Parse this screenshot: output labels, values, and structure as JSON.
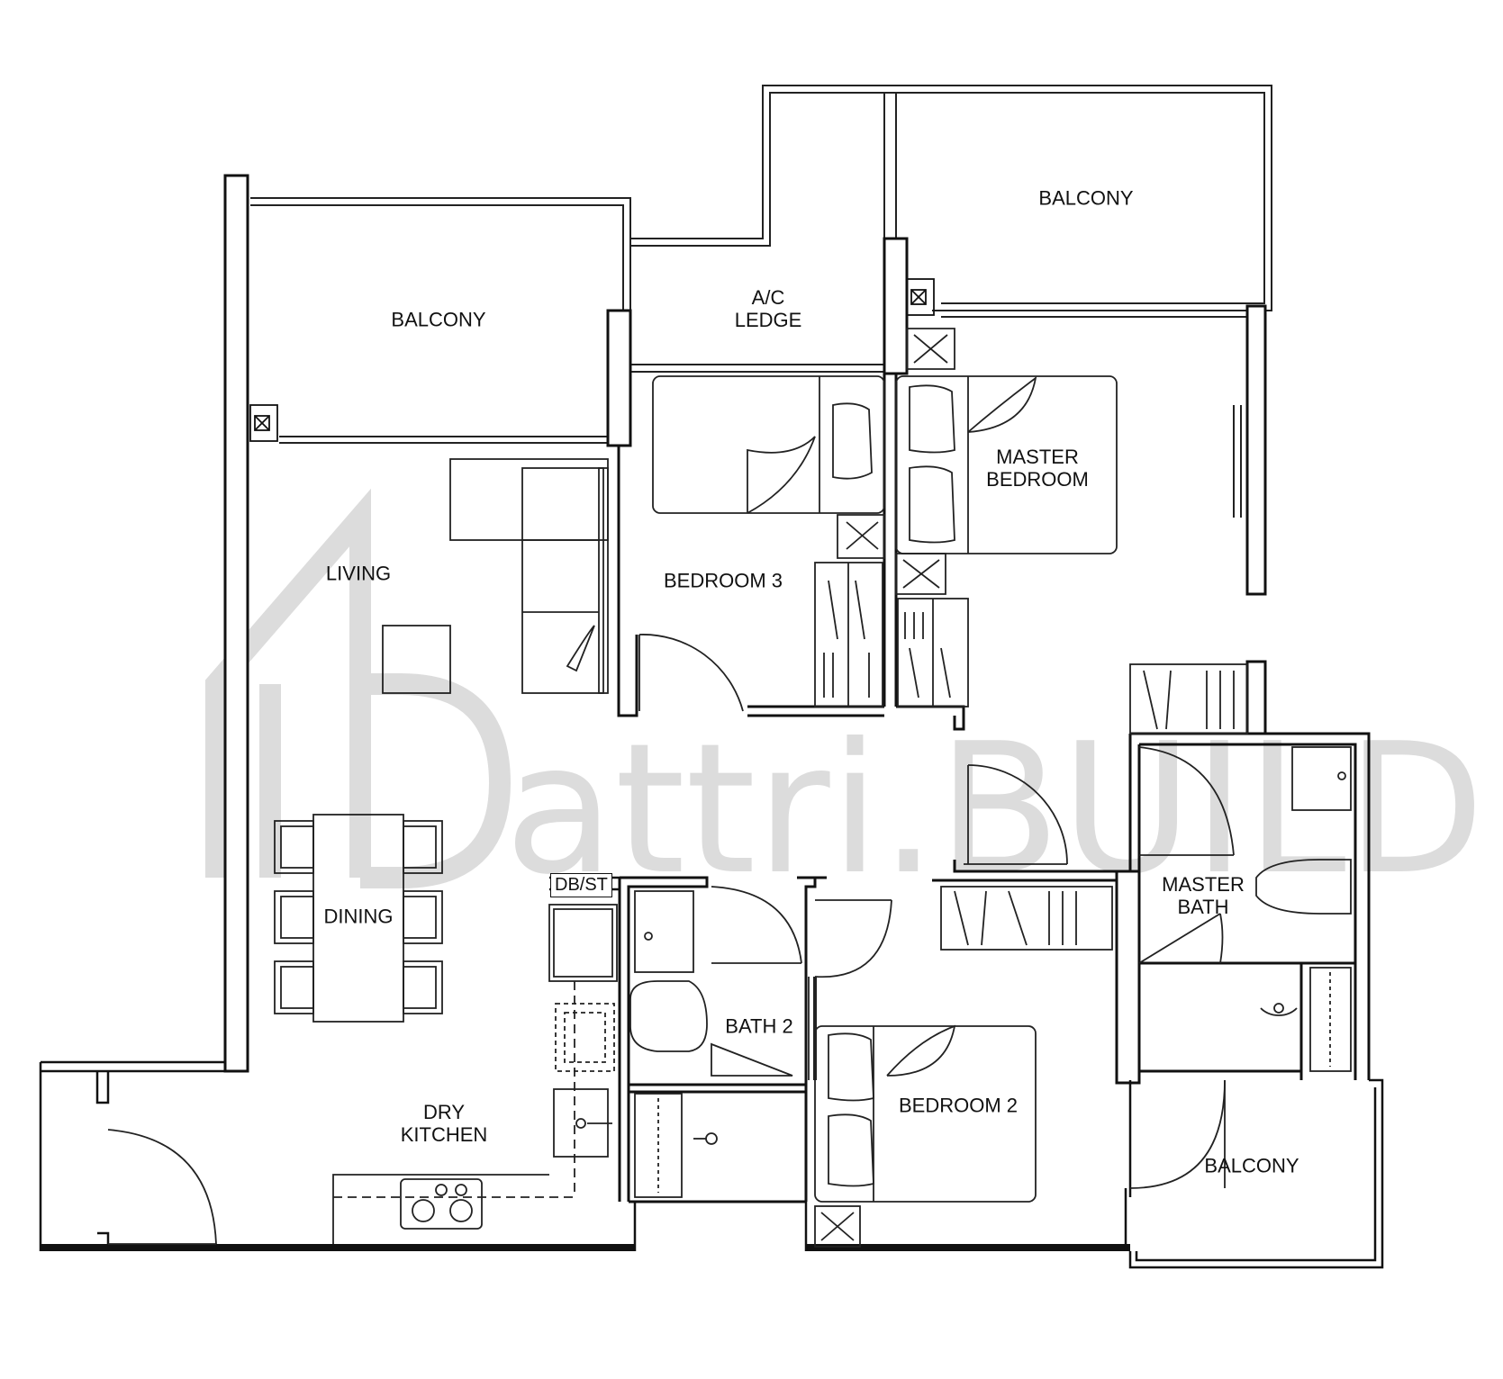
{
  "watermark": {
    "text": "attri.BUILD",
    "color": "#d6d6d6"
  },
  "rooms": {
    "balcony_living": "BALCONY",
    "balcony_master": "BALCONY",
    "balcony_bath": "BALCONY",
    "ac_ledge": [
      "A/C",
      "LEDGE"
    ],
    "master_bedroom": [
      "MASTER",
      "BEDROOM"
    ],
    "bedroom3": "BEDROOM 3",
    "living": "LIVING",
    "dining": "DINING",
    "dry_kitchen": [
      "DRY",
      "KITCHEN"
    ],
    "bath2": "BATH 2",
    "bedroom2": "BEDROOM 2",
    "master_bath": [
      "MASTER",
      "BATH"
    ],
    "db_st": "DB/ST"
  },
  "colors": {
    "wall": "#111111",
    "line": "#222222",
    "background": "#ffffff"
  }
}
